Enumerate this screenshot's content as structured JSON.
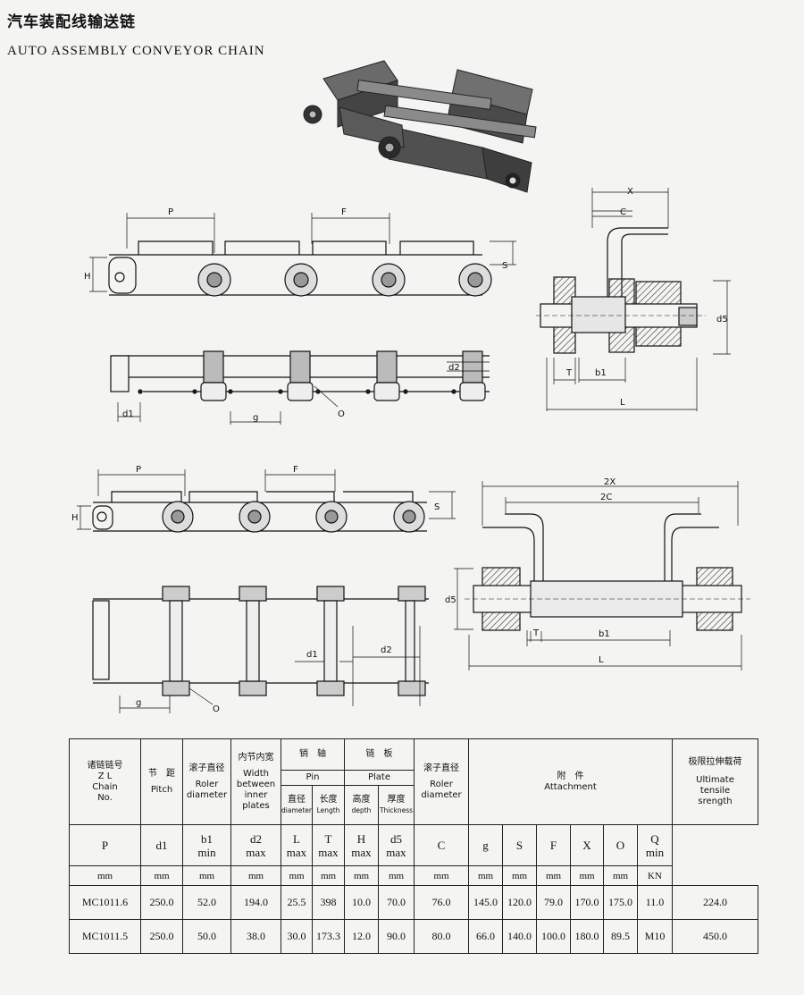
{
  "header": {
    "title_cn": "汽车装配线输送链",
    "title_en": "AUTO ASSEMBLY CONVEYOR CHAIN"
  },
  "diagram_labels": {
    "top": {
      "P": "P",
      "F": "F",
      "H": "H",
      "S": "S",
      "d1": "d1",
      "g": "g",
      "d2": "d2",
      "O": "O",
      "X": "X",
      "C": "C",
      "d5": "d5",
      "T": "T",
      "b1": "b1",
      "L": "L"
    },
    "bottom": {
      "P": "P",
      "F": "F",
      "H": "H",
      "S": "S",
      "d1": "d1",
      "d2": "d2",
      "g": "g",
      "O": "O",
      "X2": "2X",
      "C2": "2C",
      "d5": "d5",
      "T": "T",
      "b1": "b1",
      "L": "L"
    }
  },
  "table": {
    "headers": {
      "chain_no": [
        "诸链链号",
        "Z L",
        "Chain",
        "No."
      ],
      "pitch": [
        "节　距",
        "Pitch"
      ],
      "roller": [
        "滚子直径",
        "Roler",
        "diameter"
      ],
      "width": [
        "内节内宽",
        "Width",
        "between",
        "inner",
        "plates"
      ],
      "pin": "销　轴",
      "pin_en": "Pin",
      "pin_d": [
        "直径",
        "diameter"
      ],
      "pin_l": [
        "长度",
        "Length"
      ],
      "plate": "链　板",
      "plate_en": "Plate",
      "plate_h": [
        "高度",
        "depth"
      ],
      "plate_t": [
        "厚度",
        "Thickness"
      ],
      "roller2": [
        "滚子直径",
        "Roler",
        "diameter"
      ],
      "attach": [
        "附　件",
        "Attachment"
      ],
      "strength": [
        "极限拉伸载荷",
        "Ultimate",
        "tensile",
        "srength"
      ]
    },
    "symbols": {
      "P": "P",
      "d1": "d1",
      "b1": "b1",
      "b1_sub": "min",
      "d2": "d2",
      "d2_sub": "max",
      "L": "L",
      "L_sub": "max",
      "T": "T",
      "T_sub": "max",
      "H": "H",
      "H_sub": "max",
      "d5": "d5",
      "d5_sub": "max",
      "C": "C",
      "g": "g",
      "S": "S",
      "F": "F",
      "X": "X",
      "O": "O",
      "Q": "Q",
      "Q_sub": "min"
    },
    "units": [
      "mm",
      "mm",
      "mm",
      "mm",
      "mm",
      "mm",
      "mm",
      "mm",
      "mm",
      "mm",
      "mm",
      "mm",
      "mm",
      "mm",
      "KN"
    ],
    "rows": [
      {
        "name": "MC1011.6",
        "values": [
          "250.0",
          "52.0",
          "194.0",
          "25.5",
          "398",
          "10.0",
          "70.0",
          "76.0",
          "145.0",
          "120.0",
          "79.0",
          "170.0",
          "175.0",
          "11.0",
          "224.0"
        ]
      },
      {
        "name": "MC1011.5",
        "values": [
          "250.0",
          "50.0",
          "38.0",
          "30.0",
          "173.3",
          "12.0",
          "90.0",
          "80.0",
          "66.0",
          "140.0",
          "100.0",
          "180.0",
          "89.5",
          "M10",
          "450.0"
        ]
      }
    ]
  }
}
